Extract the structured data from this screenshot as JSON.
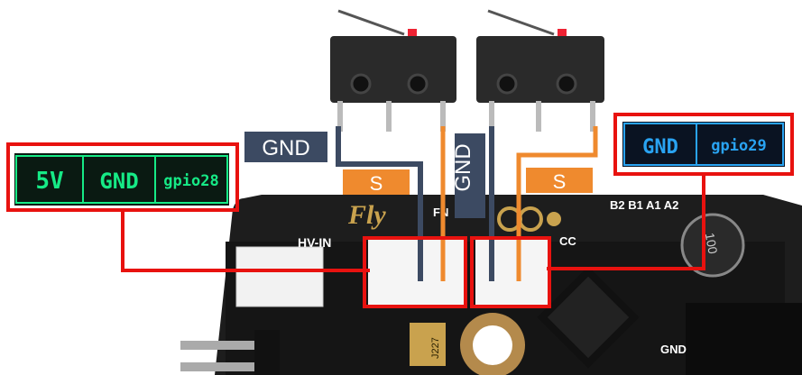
{
  "left_header": {
    "pins": [
      "5V",
      "GND",
      "gpio28"
    ]
  },
  "right_header": {
    "pins": [
      "GND",
      "gpio29"
    ]
  },
  "switch_labels": {
    "left_gnd": "GND",
    "left_s": "S",
    "right_gnd": "GND",
    "right_s": "S"
  },
  "board": {
    "brand": "Fly",
    "silk_hv_in": "HV-IN",
    "silk_fn": "FN",
    "silk_cc": "CC",
    "silk_pins": "B2 B1 A1 A2",
    "silk_gnd": "GND",
    "capacitor_text": "100",
    "inductor_text": "J227"
  },
  "colors": {
    "wire_red": "#e8120f",
    "wire_orange": "#ef8a2e",
    "wire_gray": "#3c4a62",
    "header_green": "#16ea86",
    "header_blue": "#29a3f2",
    "board": "#1f1f1f"
  }
}
